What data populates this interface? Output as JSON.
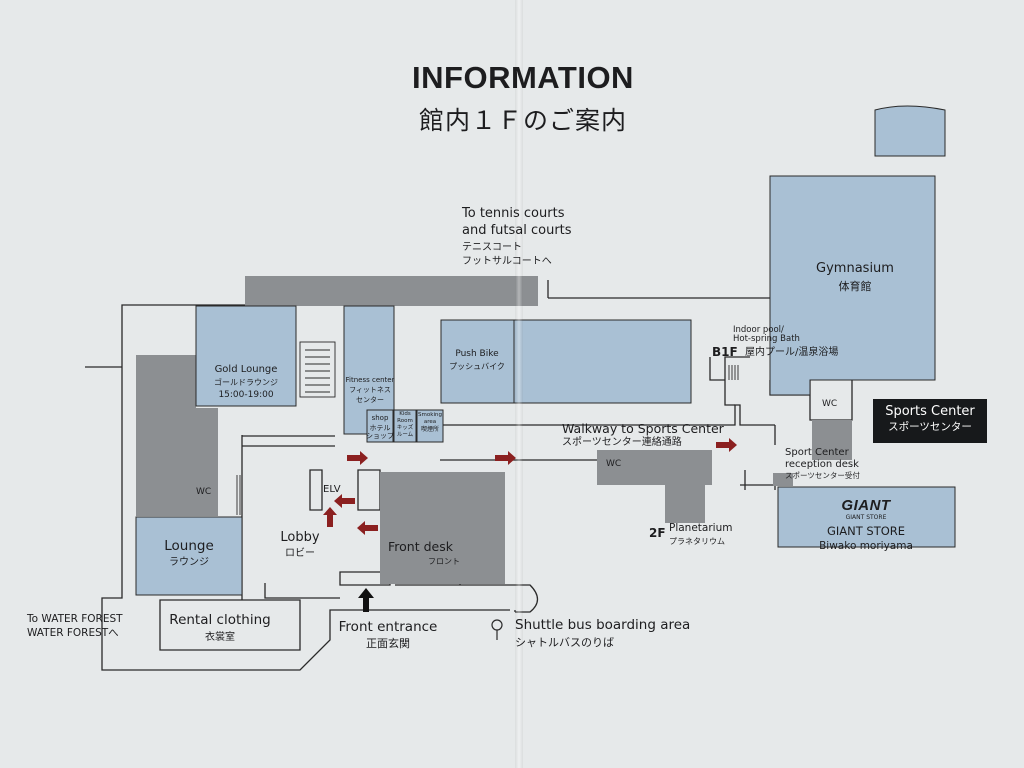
{
  "title": "INFORMATION",
  "subtitle": "館内１Ｆのご案内",
  "colors": {
    "paper": "#e6e9ea",
    "room_blue": "#a9c0d4",
    "room_gray": "#8c8f92",
    "line": "#2a2a2a",
    "arrow": "#8b2020",
    "badge_bg": "#17191b"
  },
  "labels": {
    "tennis": {
      "en_line1": "To tennis courts",
      "en_line2": "and futsal courts",
      "jp_line1": "テニスコート",
      "jp_line2": "フットサルコートへ"
    },
    "gymnasium": {
      "en": "Gymnasium",
      "jp": "体育館"
    },
    "indoor_pool": {
      "en_line1": "Indoor pool/",
      "en_line2": "Hot-spring Bath",
      "jp": "屋内プール/温泉浴場",
      "floor": "B1F"
    },
    "gold_lounge": {
      "en": "Gold Lounge",
      "jp": "ゴールドラウンジ",
      "hours": "15:00-19:00"
    },
    "fitness": {
      "en": "Fitness center",
      "jp_line1": "フィットネス",
      "jp_line2": "センター"
    },
    "push_bike": {
      "en": "Push Bike",
      "jp": "プッシュバイク"
    },
    "shop": {
      "en": "shop",
      "jp_line1": "ホテル",
      "jp_line2": "ショップ"
    },
    "kids_room": {
      "en_line1": "Kids",
      "en_line2": "Room",
      "jp_line1": "キッズ",
      "jp_line2": "ルーム"
    },
    "smoking": {
      "en_line1": "Smoking",
      "en_line2": "area",
      "jp": "喫煙所"
    },
    "walkway": {
      "en": "Walkway to Sports Center",
      "jp": "スポーツセンター連絡通路"
    },
    "wc": "WC",
    "sports_center": {
      "en": "Sports Center",
      "jp": "スポーツセンター"
    },
    "sport_reception": {
      "en_line1": "Sport Center",
      "en_line2": "reception desk",
      "jp": "スポーツセンター受付"
    },
    "elv": "ELV",
    "lobby": {
      "en": "Lobby",
      "jp": "ロビー"
    },
    "front_desk": {
      "en": "Front desk",
      "jp": "フロント"
    },
    "planetarium": {
      "floor": "2F",
      "en": "Planetarium",
      "jp": "プラネタリウム"
    },
    "giant": {
      "logo": "GIANT",
      "small": "GIANT STORE",
      "en_line1": "GIANT STORE",
      "en_line2": "Biwako moriyama"
    },
    "lounge": {
      "en": "Lounge",
      "jp": "ラウンジ"
    },
    "rental": {
      "en": "Rental clothing",
      "jp": "衣裳室"
    },
    "water_forest": {
      "en": "To WATER FOREST",
      "jp": "WATER FORESTへ"
    },
    "front_entrance": {
      "en": "Front entrance",
      "jp": "正面玄関"
    },
    "shuttle": {
      "en": "Shuttle bus boarding area",
      "jp": "シャトルバスのりば"
    }
  }
}
